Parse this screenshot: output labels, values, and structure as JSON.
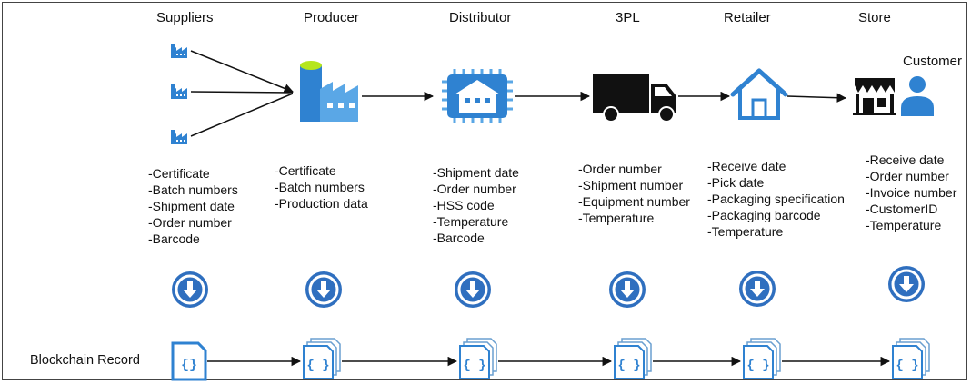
{
  "stages": [
    {
      "title": "Suppliers",
      "fields": [
        "-Certificate",
        "-Batch numbers",
        "-Shipment date",
        "-Order number",
        "-Barcode"
      ]
    },
    {
      "title": "Producer",
      "fields": [
        "-Certificate",
        "-Batch numbers",
        "-Production data"
      ]
    },
    {
      "title": "Distributor",
      "fields": [
        "-Shipment date",
        "-Order number",
        "-HSS code",
        "-Temperature",
        "-Barcode"
      ]
    },
    {
      "title": "3PL",
      "fields": [
        "-Order number",
        "-Shipment number",
        "-Equipment number",
        "-Temperature"
      ]
    },
    {
      "title": "Retailer",
      "fields": [
        "-Receive date",
        "-Pick date",
        "-Packaging specification",
        "-Packaging barcode",
        "-Temperature"
      ]
    },
    {
      "title": "Store",
      "fields": [
        "-Receive date",
        "-Order number",
        "-Invoice number",
        "-CustomerID",
        "-Temperature"
      ]
    }
  ],
  "customer_label": "Customer",
  "blockchain_label": "Blockchain Record",
  "colors": {
    "azure_blue": "#2f82d1",
    "light_blue": "#5aa7e6",
    "truck": "#111111",
    "arrow": "#111111",
    "accent_green": "#b5e61d"
  },
  "icons": {
    "suppliers": "factory-icon",
    "producer": "factory-silo-icon",
    "distributor": "warehouse-chip-icon",
    "3pl": "truck-icon",
    "retailer": "house-icon",
    "store": "storefront-icon",
    "customer": "person-icon",
    "download": "download-arrow-icon",
    "record": "json-document-icon"
  }
}
